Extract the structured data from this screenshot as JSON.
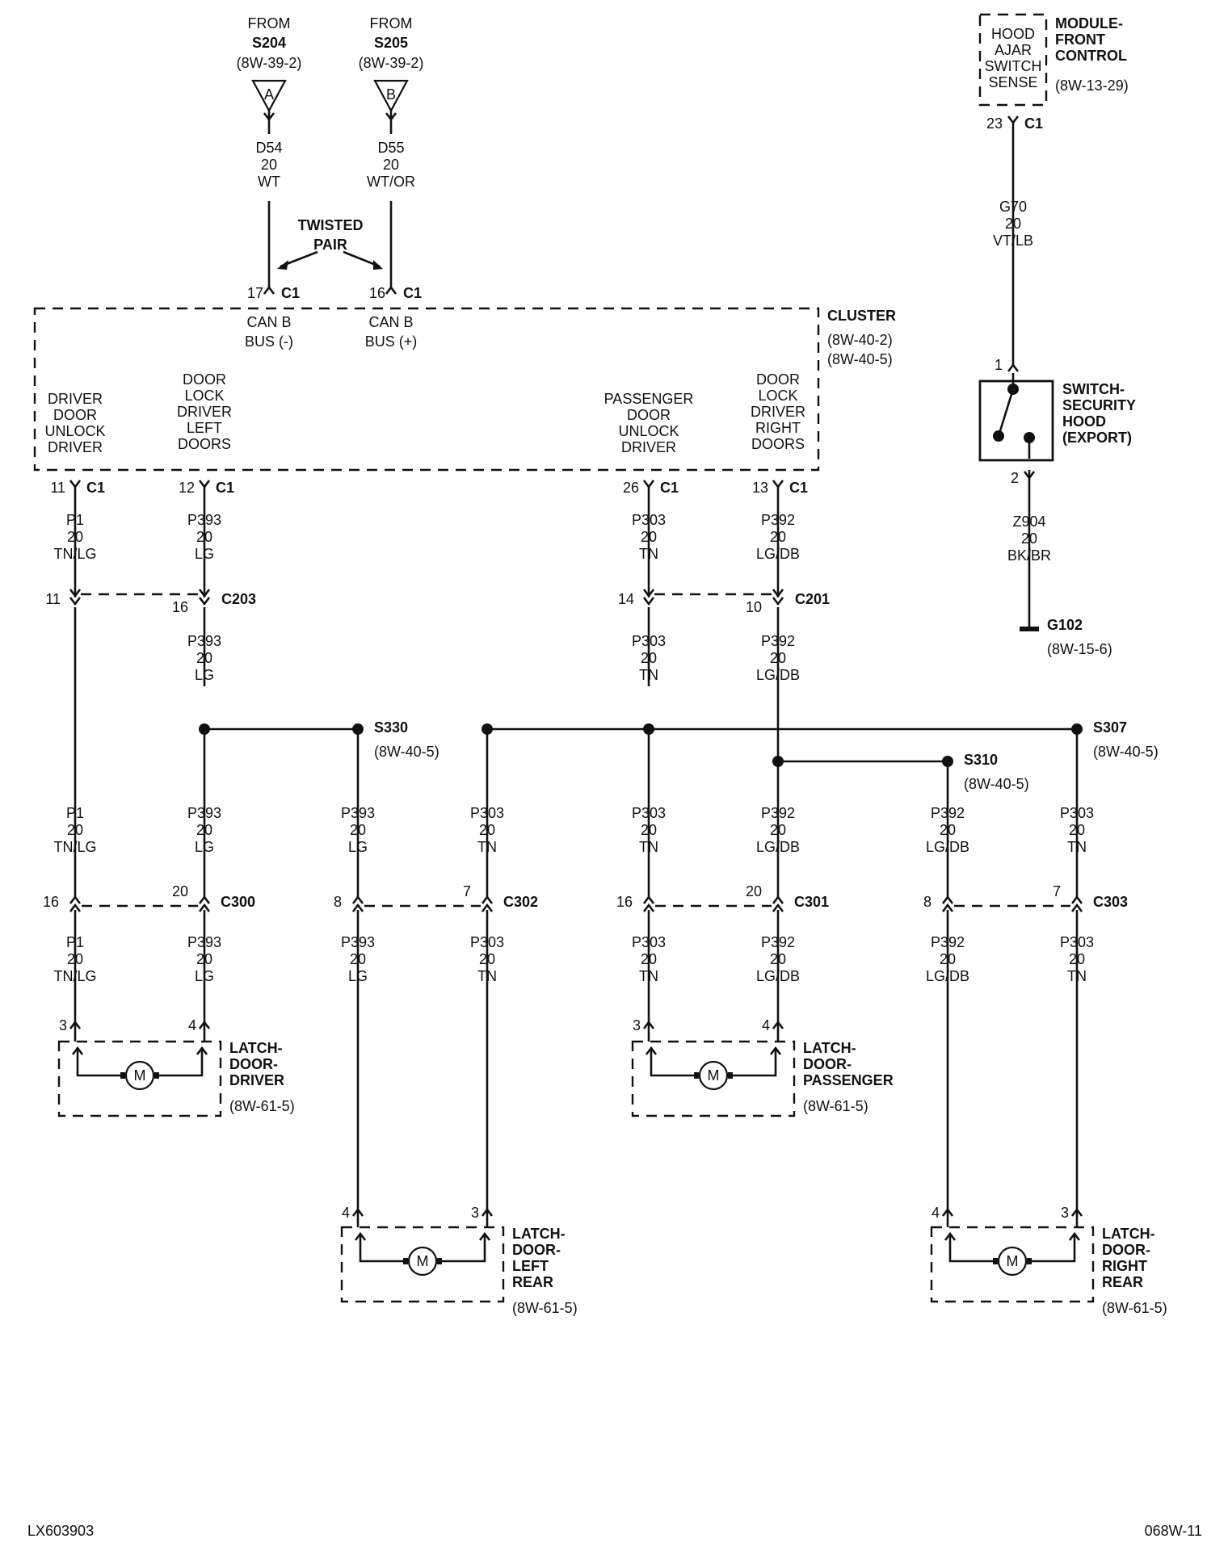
{
  "sources": {
    "s204": {
      "from": "FROM",
      "splice": "S204",
      "ref": "(8W-39-2)",
      "letter": "A"
    },
    "s205": {
      "from": "FROM",
      "splice": "S205",
      "ref": "(8W-39-2)",
      "letter": "B"
    }
  },
  "wires": {
    "d54": {
      "circuit": "D54",
      "gauge": "20",
      "color": "WT"
    },
    "d55": {
      "circuit": "D55",
      "gauge": "20",
      "color": "WT/OR"
    },
    "g70": {
      "circuit": "G70",
      "gauge": "20",
      "color": "VT/LB"
    },
    "z904": {
      "circuit": "Z904",
      "gauge": "20",
      "color": "BK/BR"
    },
    "p1": {
      "circuit": "P1",
      "gauge": "20",
      "color": "TN/LG"
    },
    "p393": {
      "circuit": "P393",
      "gauge": "20",
      "color": "LG"
    },
    "p303": {
      "circuit": "P303",
      "gauge": "20",
      "color": "TN"
    },
    "p392": {
      "circuit": "P392",
      "gauge": "20",
      "color": "LG/DB"
    }
  },
  "twisted_pair": {
    "line1": "TWISTED",
    "line2": "PAIR"
  },
  "cluster": {
    "name": "CLUSTER",
    "ref1": "(8W-40-2)",
    "ref2": "(8W-40-5)",
    "pins": {
      "can_minus": {
        "pin": "17",
        "conn": "C1",
        "line1": "CAN B",
        "line2": "BUS (-)"
      },
      "can_plus": {
        "pin": "16",
        "conn": "C1",
        "line1": "CAN B",
        "line2": "BUS (+)"
      },
      "driver_unlock": {
        "pin": "11",
        "conn": "C1",
        "lines": [
          "DRIVER",
          "DOOR",
          "UNLOCK",
          "DRIVER"
        ]
      },
      "lock_left": {
        "pin": "12",
        "conn": "C1",
        "lines": [
          "DOOR",
          "LOCK",
          "DRIVER",
          "LEFT",
          "DOORS"
        ]
      },
      "pass_unlock": {
        "pin": "26",
        "conn": "C1",
        "lines": [
          "PASSENGER",
          "DOOR",
          "UNLOCK",
          "DRIVER"
        ]
      },
      "lock_right": {
        "pin": "13",
        "conn": "C1",
        "lines": [
          "DOOR",
          "LOCK",
          "DRIVER",
          "RIGHT",
          "DOORS"
        ]
      }
    }
  },
  "fcm": {
    "box_lines": [
      "HOOD",
      "AJAR",
      "SWITCH",
      "SENSE"
    ],
    "name_lines": [
      "MODULE-",
      "FRONT",
      "CONTROL"
    ],
    "ref": "(8W-13-29)",
    "pin": "23",
    "conn": "C1"
  },
  "hood_switch": {
    "name_lines": [
      "SWITCH-",
      "SECURITY",
      "HOOD",
      "(EXPORT)"
    ],
    "pin_top": "1",
    "pin_bottom": "2"
  },
  "ground": {
    "name": "G102",
    "ref": "(8W-15-6)"
  },
  "connectors": {
    "c203": {
      "name": "C203",
      "pin_a": "11",
      "pin_b": "16"
    },
    "c201": {
      "name": "C201",
      "pin_a": "14",
      "pin_b": "10"
    },
    "c300": {
      "name": "C300",
      "pin_a": "16",
      "pin_b": "20"
    },
    "c302": {
      "name": "C302",
      "pin_a": "8",
      "pin_b": "7"
    },
    "c301": {
      "name": "C301",
      "pin_a": "16",
      "pin_b": "20"
    },
    "c303": {
      "name": "C303",
      "pin_a": "8",
      "pin_b": "7"
    }
  },
  "splices": {
    "s330": {
      "name": "S330",
      "ref": "(8W-40-5)"
    },
    "s307": {
      "name": "S307",
      "ref": "(8W-40-5)"
    },
    "s310": {
      "name": "S310",
      "ref": "(8W-40-5)"
    }
  },
  "latches": {
    "driver": {
      "name_lines": [
        "LATCH-",
        "DOOR-",
        "DRIVER"
      ],
      "ref": "(8W-61-5)",
      "pin_left": "3",
      "pin_right": "4"
    },
    "passenger": {
      "name_lines": [
        "LATCH-",
        "DOOR-",
        "PASSENGER"
      ],
      "ref": "(8W-61-5)",
      "pin_left": "3",
      "pin_right": "4"
    },
    "left_rear": {
      "name_lines": [
        "LATCH-",
        "DOOR-",
        "LEFT",
        "REAR"
      ],
      "ref": "(8W-61-5)",
      "pin_left": "4",
      "pin_right": "3"
    },
    "right_rear": {
      "name_lines": [
        "LATCH-",
        "DOOR-",
        "RIGHT",
        "REAR"
      ],
      "ref": "(8W-61-5)",
      "pin_left": "4",
      "pin_right": "3"
    }
  },
  "motor_label": "M",
  "footer": {
    "left": "LX603903",
    "right": "068W-11"
  }
}
